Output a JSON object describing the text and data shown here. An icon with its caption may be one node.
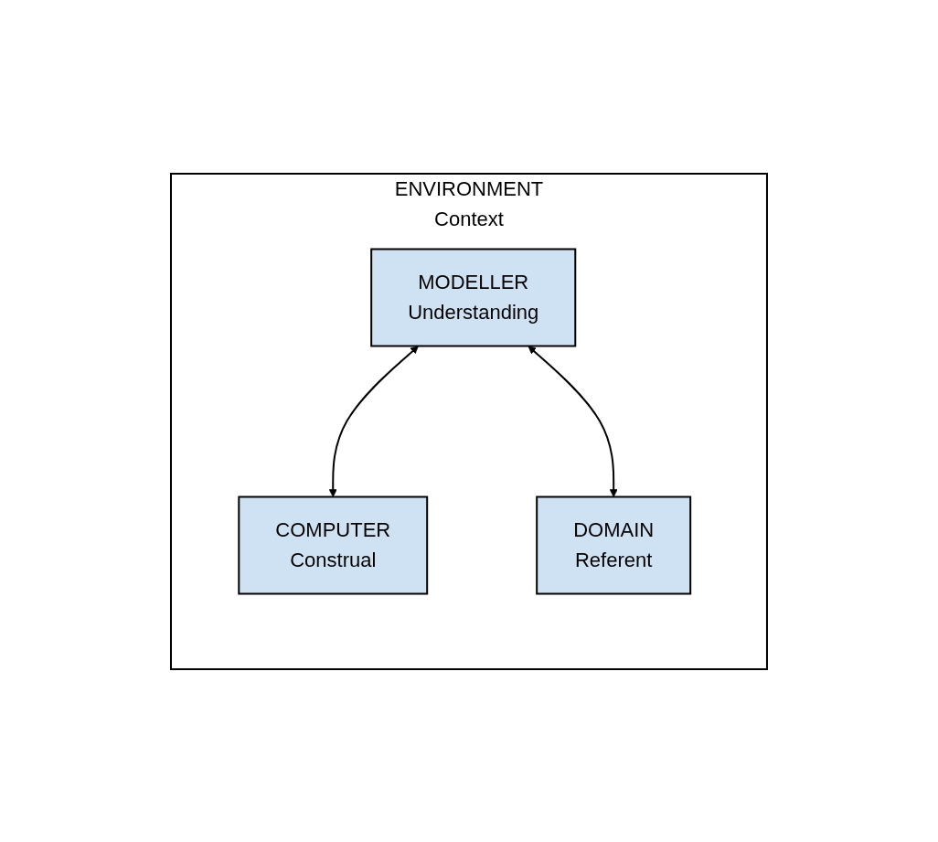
{
  "diagram": {
    "nodes": [
      {
        "text": [
          "ENVIRONMENT",
          "Context"
        ]
      },
      {
        "text": [
          "MODELLER",
          "Understanding"
        ],
        "in": 0
      },
      {
        "text": [
          "COMPUTER",
          "Construal"
        ],
        "in": 0
      },
      {
        "text": [
          "DOMAIN",
          "Referent"
        ],
        "in": 0
      }
    ],
    "edges": [
      {
        "from": 1,
        "to": 2,
        "arrow": "both"
      },
      {
        "from": 1,
        "to": 3,
        "arrow": "both"
      }
    ]
  }
}
